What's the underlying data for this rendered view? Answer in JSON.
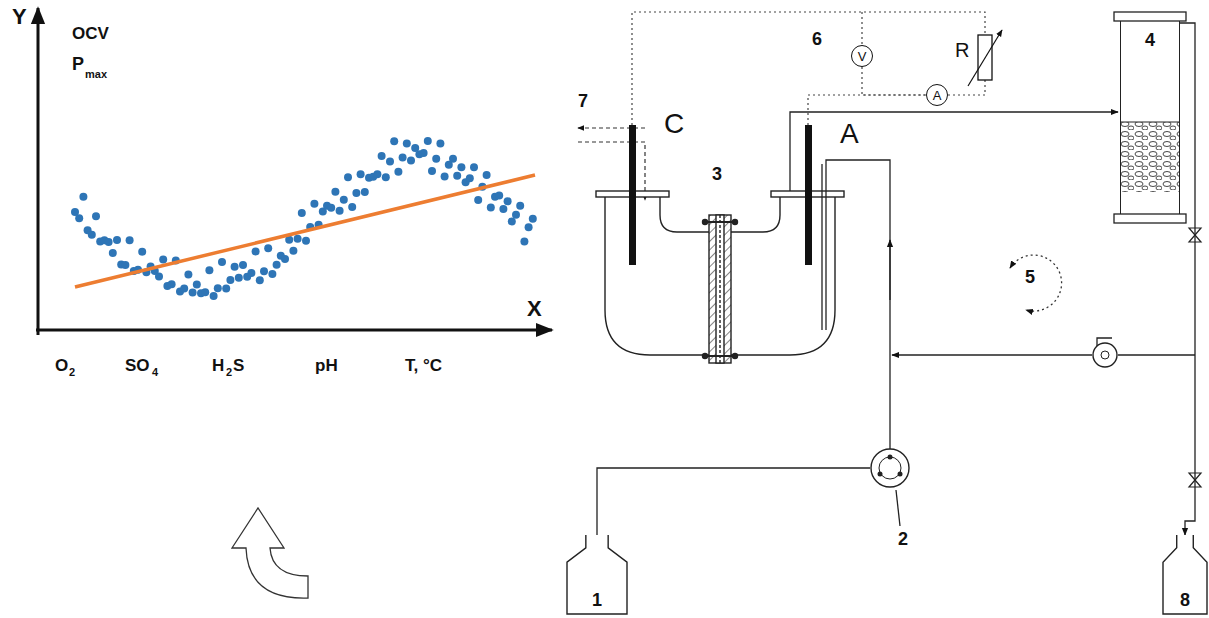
{
  "diagram": {
    "nodes": [
      {
        "text": [
          "V"
        ]
      },
      {
        "text": [
          "A"
        ]
      },
      {
        "text": [
          "4"
        ]
      },
      {
        "text": [
          "1"
        ]
      },
      {
        "text": [
          "8"
        ]
      }
    ],
    "edges": [
      {
        "from": 0,
        "to": 1,
        "arrow": "none"
      },
      {
        "from": 2,
        "to": 4,
        "arrow": "to"
      }
    ],
    "labels": [
      "Y",
      "OCV",
      "P",
      "max",
      "X",
      "O",
      "2",
      "SO",
      "4",
      "H",
      "2",
      "S",
      "pH",
      "T, °C",
      "C",
      "A",
      "3",
      "7",
      "6",
      "R",
      "5",
      "2"
    ]
  }
}
